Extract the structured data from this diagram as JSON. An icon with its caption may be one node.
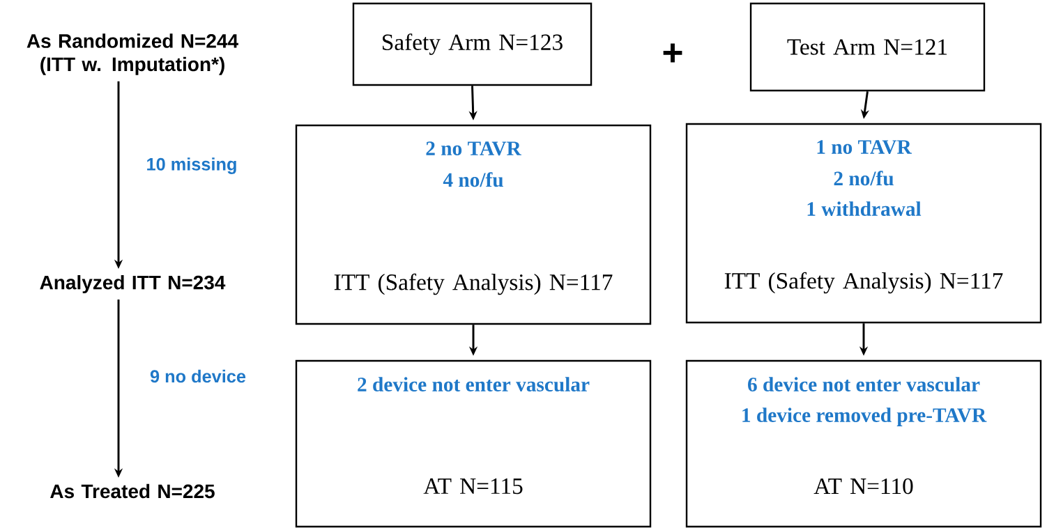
{
  "diagram": {
    "nodes": [
      {
        "text": [
          "As Randomized N=244 (ITT w. Imputation*)"
        ]
      },
      {
        "text": [
          "Analyzed ITT N=234"
        ]
      },
      {
        "text": [
          "As Treated N=225"
        ]
      },
      {
        "text": [
          "Safety Arm N=123"
        ]
      },
      {
        "text": [
          "Test Arm N=121"
        ]
      },
      {
        "text": [
          "2 no TAVR",
          "4 no/fu",
          "ITT (Safety Analysis) N=117"
        ]
      },
      {
        "text": [
          "1 no TAVR",
          "2 no/fu",
          "1 withdrawal",
          "ITT (Safety Analysis) N=117"
        ]
      },
      {
        "text": [
          "2 device not enter vascular",
          "AT N=115"
        ]
      },
      {
        "text": [
          "6 device not enter vascular",
          "1 device removed pre-TAVR",
          "AT N=110"
        ]
      }
    ],
    "edges": [
      {
        "from": 0,
        "to": 1,
        "arrow": "to",
        "label": "10 missing"
      },
      {
        "from": 1,
        "to": 2,
        "arrow": "to",
        "label": "9 no device"
      },
      {
        "from": 3,
        "to": 5,
        "arrow": "to"
      },
      {
        "from": 4,
        "to": 6,
        "arrow": "to"
      },
      {
        "from": 5,
        "to": 7,
        "arrow": "to"
      },
      {
        "from": 6,
        "to": 8,
        "arrow": "to"
      }
    ],
    "labels": [
      "+"
    ]
  }
}
